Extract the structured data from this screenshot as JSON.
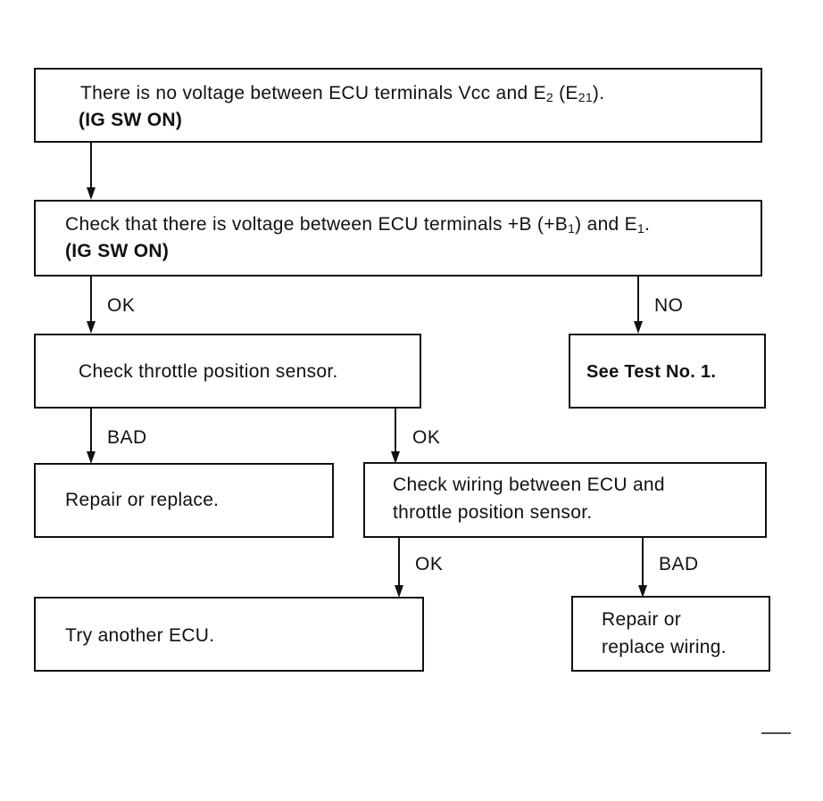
{
  "boxes": {
    "start": {
      "pre": "There is no voltage between ECU terminals Vcc and E",
      "sub1": "2",
      "mid": " (E",
      "sub2": "21",
      "post": ").",
      "note": "(IG SW ON)"
    },
    "check_voltage": {
      "pre": "Check that there is voltage between ECU terminals +B (+B",
      "sub1": "1",
      "mid": ") and E",
      "sub2": "1",
      "post": ".",
      "note": "(IG SW ON)"
    },
    "check_tps": {
      "text": "Check throttle position sensor."
    },
    "see_test": {
      "text": "See Test No. 1."
    },
    "repair_replace": {
      "text": "Repair or replace."
    },
    "check_wiring": {
      "line1": "Check wiring between ECU and",
      "line2": "throttle position sensor."
    },
    "try_ecu": {
      "text": "Try another ECU."
    },
    "repair_wiring": {
      "line1": "Repair or",
      "line2": "replace wiring."
    }
  },
  "labels": {
    "ok1": "OK",
    "no": "NO",
    "bad1": "BAD",
    "ok2": "OK",
    "ok3": "OK",
    "bad2": "BAD"
  }
}
